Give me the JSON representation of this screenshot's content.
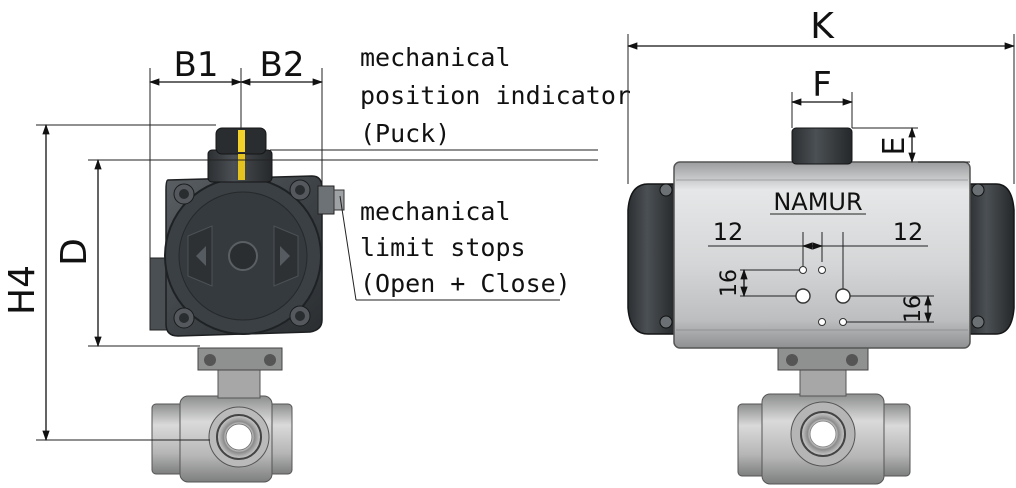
{
  "dimensions": {
    "b1": "B1",
    "b2": "B2",
    "d": "D",
    "h4": "H4",
    "k": "K",
    "f": "F",
    "e": "E"
  },
  "namur": {
    "label": "NAMUR",
    "spacing_left": "12",
    "spacing_right": "12",
    "height_left": "16",
    "height_right": "16"
  },
  "annotations": {
    "indicator_line1": "mechanical",
    "indicator_line2": "position indicator",
    "indicator_line3": "(Puck)",
    "stops_line1": "mechanical",
    "stops_line2": "limit stops",
    "stops_line3": "(Open + Close)"
  },
  "colors": {
    "actuator_body": "#3e4347",
    "actuator_silver": "#cfd1d2",
    "puck_yellow": "#f2d22a",
    "valve_steel": "#bfc0bf"
  }
}
